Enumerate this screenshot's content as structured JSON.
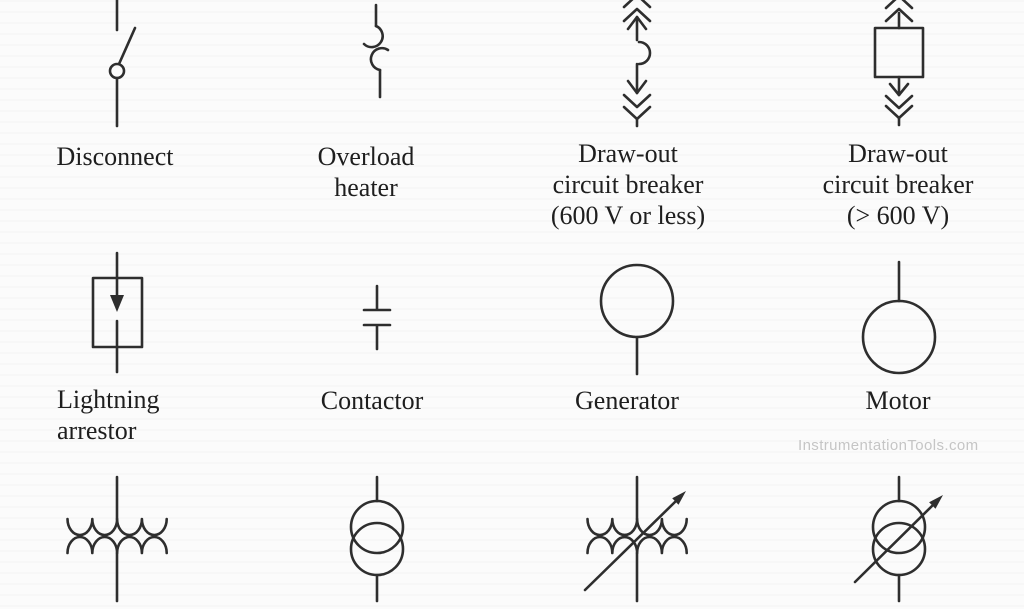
{
  "colors": {
    "background": "#fbfbfb",
    "stroke": "#2e2e2e",
    "text": "#1e1e1e",
    "watermark": "#c5c5c5"
  },
  "watermark": {
    "text": "InstrumentationTools.com"
  },
  "symbols": {
    "disconnect": {
      "label_lines": [
        "Disconnect"
      ]
    },
    "overload_heater": {
      "label_lines": [
        "Overload",
        "heater"
      ]
    },
    "drawout_breaker_lv": {
      "label_lines": [
        "Draw-out",
        "circuit breaker",
        "(600 V or less)"
      ]
    },
    "drawout_breaker_hv": {
      "label_lines": [
        "Draw-out",
        "circuit breaker",
        "(> 600 V)"
      ]
    },
    "lightning_arrestor": {
      "label_lines": [
        "Lightning",
        "arrestor"
      ]
    },
    "contactor": {
      "label_lines": [
        "Contactor"
      ]
    },
    "generator": {
      "label_lines": [
        "Generator"
      ]
    },
    "motor": {
      "label_lines": [
        "Motor"
      ]
    }
  }
}
